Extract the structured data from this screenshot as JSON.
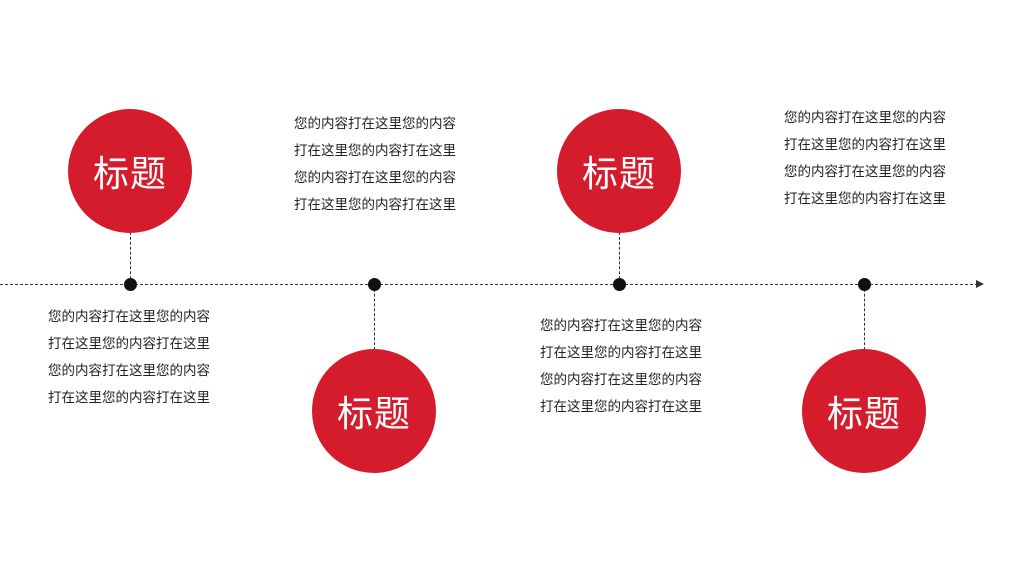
{
  "colors": {
    "accent": "#d51c2c",
    "line": "#333333",
    "dot": "#111111",
    "text": "#222222"
  },
  "timeline": {
    "items": [
      {
        "title": "标题",
        "description": "您的内容打在这里您的内容打在这里您的内容打在这里您的内容打在这里您的内容打在这里您的内容打在这里"
      },
      {
        "title": "标题",
        "description": "您的内容打在这里您的内容打在这里您的内容打在这里您的内容打在这里您的内容打在这里您的内容打在这里"
      },
      {
        "title": "标题",
        "description": "您的内容打在这里您的内容打在这里您的内容打在这里您的内容打在这里您的内容打在这里您的内容打在这里"
      },
      {
        "title": "标题",
        "description": "您的内容打在这里您的内容打在这里您的内容打在这里您的内容打在这里您的内容打在这里您的内容打在这里"
      }
    ]
  }
}
